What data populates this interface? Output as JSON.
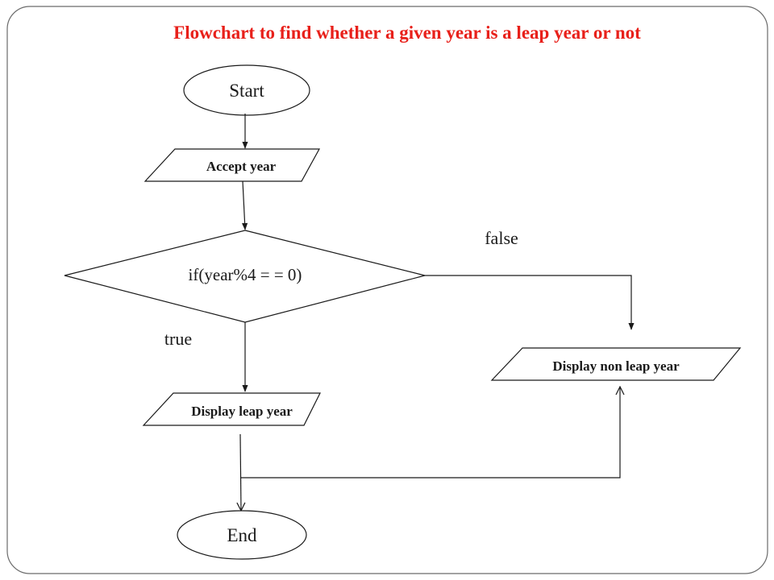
{
  "title": "Flowchart to find whether a given year is a leap year or not",
  "colors": {
    "title": "#e8201a",
    "stroke": "#1a1a1a",
    "frame": "#6b6b6b"
  },
  "nodes": {
    "start": "Start",
    "input": "Accept year",
    "decision": "if(year%4 = = 0)",
    "output_leap": "Display leap year",
    "output_non_leap": "Display non leap year",
    "end": "End"
  },
  "branches": {
    "false_label": "false",
    "true_label": "true"
  }
}
